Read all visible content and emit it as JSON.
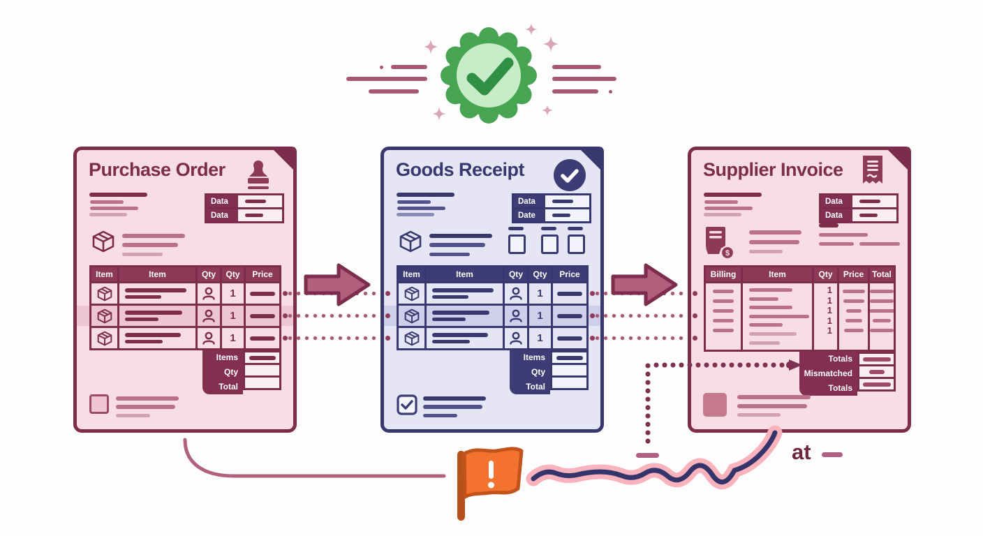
{
  "badge": {
    "meaning": "approved / matched"
  },
  "documents": {
    "purchase_order": {
      "title": "Purchase Order",
      "info_rows": [
        {
          "label": "Data"
        },
        {
          "label": "Data"
        }
      ],
      "table_headers": [
        "Item",
        "Item",
        "Qty",
        "Qty",
        "Price"
      ],
      "rows": [
        {
          "qty": "1"
        },
        {
          "qty": "1"
        },
        {
          "qty": "1"
        }
      ],
      "summary_labels": [
        "Items",
        "Qty",
        "Total"
      ]
    },
    "goods_receipt": {
      "title": "Goods Receipt",
      "info_rows": [
        {
          "label": "Data"
        },
        {
          "label": "Date"
        }
      ],
      "table_headers": [
        "Item",
        "Item",
        "Qty",
        "Qty",
        "Price"
      ],
      "rows": [
        {
          "qty": "1"
        },
        {
          "qty": "1"
        },
        {
          "qty": "1"
        }
      ],
      "summary_labels": [
        "Items",
        "Qty",
        "Total"
      ]
    },
    "supplier_invoice": {
      "title": "Supplier Invoice",
      "info_rows": [
        {
          "label": "Data"
        },
        {
          "label": "Data"
        }
      ],
      "table_headers": [
        "Billing",
        "Item",
        "Qty",
        "Price",
        "Total"
      ],
      "qty_values": [
        "1",
        "1",
        "1",
        "1",
        "1"
      ],
      "summary_labels": [
        "Totals",
        "Mismatched",
        "Totals"
      ]
    }
  },
  "annotations": {
    "label_at": "at"
  },
  "colors": {
    "maroon_dark": "#7b2d4b",
    "maroon_header": "#8d3a58",
    "pink_doc_fill": "#f8dde4",
    "navy_dark": "#39386e",
    "lavender_doc_fill": "#e5e5f4",
    "arrow_fill": "#b25f7d",
    "dot_color": "#a85a75",
    "badge_green": "#46a452",
    "badge_green_light": "#c8ebc8",
    "flag_orange": "#f4722f",
    "squiggle_navy": "#35356b",
    "squiggle_glow": "#f9b3bd"
  }
}
